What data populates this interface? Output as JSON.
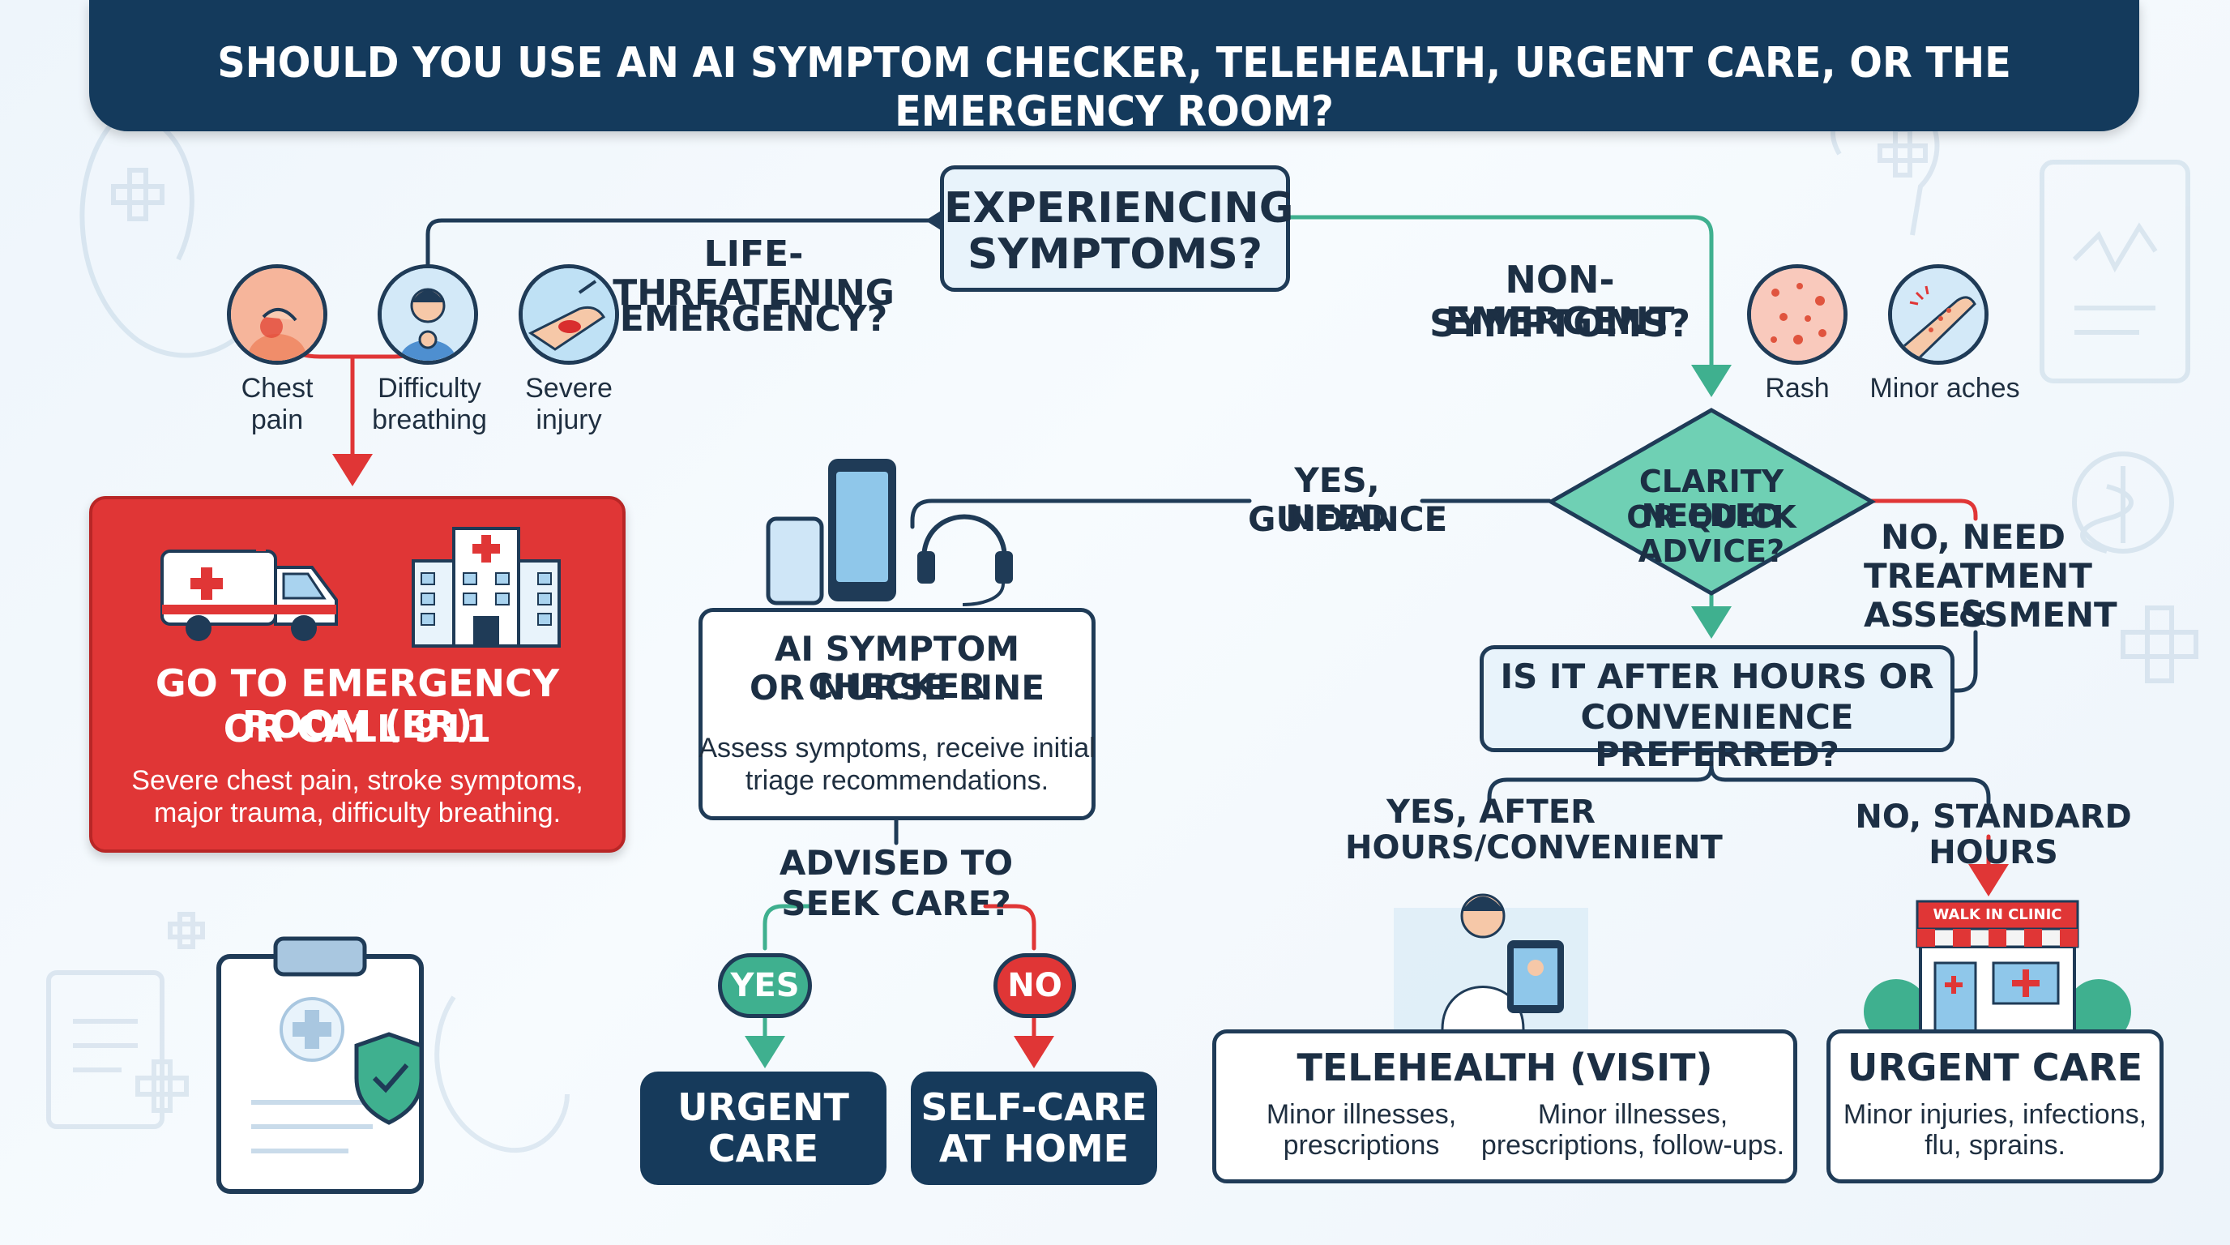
{
  "title": "SHOULD YOU USE AN AI SYMPTOM CHECKER, TELEHEALTH, URGENT CARE, OR THE EMERGENCY ROOM?",
  "start": {
    "label_line1": "EXPERIENCING",
    "label_line2": "SYMPTOMS?"
  },
  "emergency_branch": {
    "label_line1": "LIFE-THREATENING",
    "label_line2": "EMERGENCY?",
    "symptoms": [
      {
        "label_line1": "Chest",
        "label_line2": "pain",
        "icon": "chest-pain-icon"
      },
      {
        "label_line1": "Difficulty",
        "label_line2": "breathing",
        "icon": "difficulty-breathing-icon"
      },
      {
        "label_line1": "Severe",
        "label_line2": "injury",
        "icon": "severe-injury-icon"
      }
    ],
    "result": {
      "title_line1": "GO TO EMERGENCY ROOM (ER)",
      "title_line2": "OR CALL 911",
      "desc_line1": "Severe chest pain, stroke symptoms,",
      "desc_line2": "major trauma, difficulty breathing."
    }
  },
  "non_emergent_branch": {
    "label_line1": "NON-EMERGENT",
    "label_line2": "SYMPTOMS?",
    "symptoms": [
      {
        "label": "Rash",
        "icon": "rash-icon"
      },
      {
        "label": "Minor aches",
        "icon": "minor-aches-icon"
      }
    ]
  },
  "decision": {
    "line1": "CLARITY NEEDED",
    "line2": "OR QUICK ADVICE?"
  },
  "yes_guidance": {
    "line1": "YES, NEED",
    "line2": "GUIDANCE"
  },
  "no_treatment": {
    "line1": "NO, NEED",
    "line2": "TREATMENT &",
    "line3": "ASSESSMENT"
  },
  "ai_checker": {
    "title_line1": "AI SYMPTOM CHECKER",
    "title_line2": "OR NURSE LINE",
    "desc_line1": "Assess symptoms, receive initial",
    "desc_line2": "triage recommendations."
  },
  "advised": {
    "line1": "ADVISED TO",
    "line2": "SEEK CARE?"
  },
  "yes_pill": "YES",
  "no_pill": "NO",
  "urgent_care_small": "URGENT CARE",
  "self_care": {
    "line1": "SELF-CARE",
    "line2": "AT HOME"
  },
  "after_hours_q": {
    "line1": "IS IT AFTER HOURS OR",
    "line2": "CONVENIENCE PREFERRED?"
  },
  "yes_after": {
    "line1": "YES, AFTER",
    "line2": "HOURS/CONVENIENT"
  },
  "no_standard": "NO, STANDARD HOURS",
  "walk_in_sign": "WALK IN CLINIC",
  "telehealth": {
    "title": "TELEHEALTH (VISIT)",
    "col1_line1": "Minor illnesses,",
    "col1_line2": "prescriptions",
    "col2_line1": "Minor illnesses,",
    "col2_line2": "prescriptions, follow-ups."
  },
  "urgent_care": {
    "title": "URGENT CARE",
    "desc_line1": "Minor injuries, infections,",
    "desc_line2": "flu, sprains."
  },
  "colors": {
    "navy": "#143a5c",
    "red": "#e03636",
    "teal": "#3fb08f",
    "teal_fill": "#6fd0b4",
    "line_dark": "#1f3b57"
  }
}
